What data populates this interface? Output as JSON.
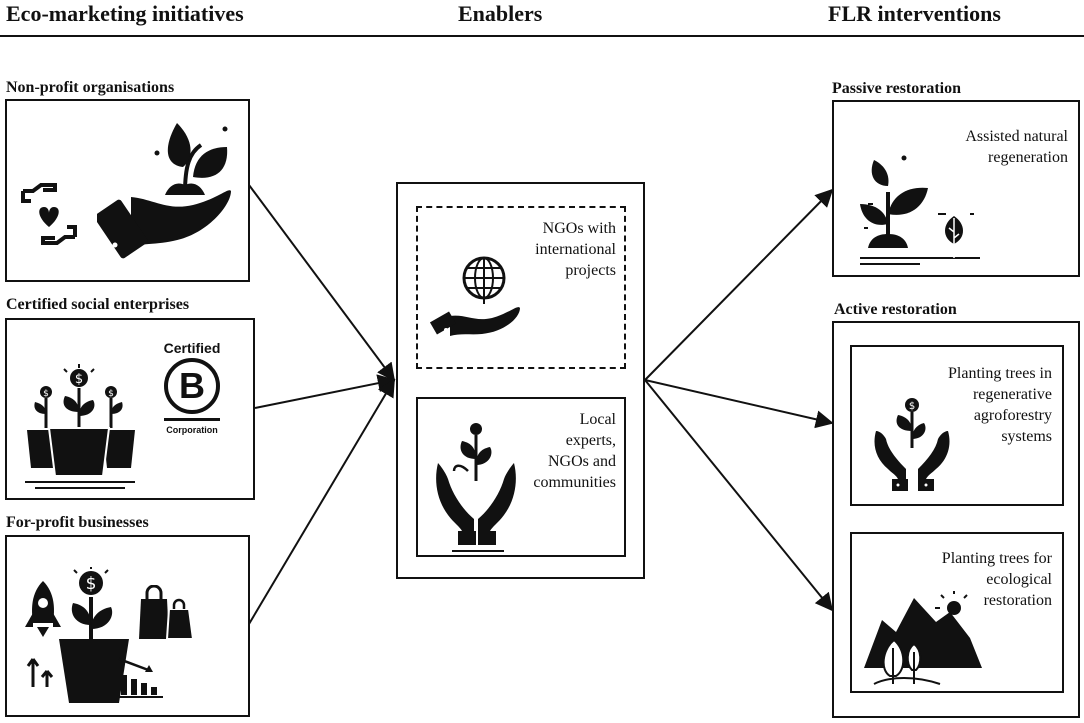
{
  "headers": {
    "left": "Eco-marketing initiatives",
    "center": "Enablers",
    "right": "FLR interventions"
  },
  "left_groups": [
    {
      "title": "Non-profit organisations"
    },
    {
      "title": "Certified social enterprises",
      "badge_top": "Certified",
      "badge_letter": "B",
      "badge_bottom": "Corporation"
    },
    {
      "title": "For-profit businesses"
    }
  ],
  "enablers": {
    "top": "NGOs with\ninternational\nprojects",
    "bottom": "Local\nexperts,\nNGOs and\ncommunities"
  },
  "right": {
    "passive_title": "Passive restoration",
    "passive_item": "Assisted natural\nregeneration",
    "active_title": "Active restoration",
    "active_items": [
      "Planting trees in\nregenerative\nagroforestry\nsystems",
      "Planting trees for\necological\nrestoration"
    ]
  },
  "icons": [
    "hands-heart-icon",
    "hand-plant-icon",
    "money-plant-pots-icon",
    "b-corp-logo",
    "rocket-icon",
    "money-plant-pot-icon",
    "shopping-bags-icon",
    "growth-chart-icon",
    "hand-globe-icon",
    "hands-plant-icon",
    "seedling-icon",
    "hands-money-plant-icon",
    "mountain-trees-icon"
  ]
}
